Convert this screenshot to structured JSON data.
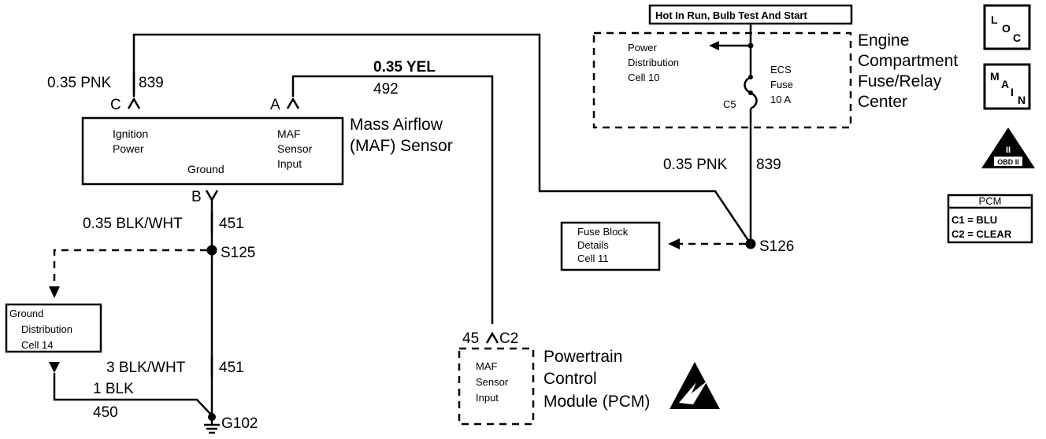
{
  "fuse_relay": {
    "header": "Hot In Run, Bulb Test And Start",
    "power_dist": [
      "Power",
      "Distribution",
      "Cell 10"
    ],
    "fuse": [
      "ECS",
      "Fuse",
      "10 A"
    ],
    "connector": "C5",
    "title": [
      "Engine",
      "Compartment",
      "Fuse/Relay",
      "Center"
    ]
  },
  "maf_sensor": {
    "title": [
      "Mass Airflow",
      "(MAF) Sensor"
    ],
    "pin_c": "C",
    "pin_a": "A",
    "pin_b": "B",
    "ignition": [
      "Ignition",
      "Power"
    ],
    "ground": "Ground",
    "maf_input": [
      "MAF",
      "Sensor",
      "Input"
    ]
  },
  "wires": {
    "pnk_top": "0.35 PNK",
    "pnk_top_num": "839",
    "yel": "0.35 YEL",
    "yel_num": "492",
    "pnk_right": "0.35 PNK",
    "pnk_right_num": "839",
    "blk_wht_top": "0.35 BLK/WHT",
    "blk_wht_top_num": "451",
    "blk_wht_bottom": "3 BLK/WHT",
    "blk_wht_bottom_num": "451",
    "blk": "1 BLK",
    "blk_num": "450"
  },
  "splices": {
    "s125": "S125",
    "s126": "S126"
  },
  "ground": "G102",
  "fuse_block": [
    "Fuse Block",
    "Details",
    "Cell 11"
  ],
  "ground_dist": [
    "Ground",
    "Distribution",
    "Cell 14"
  ],
  "pcm": {
    "pin": "45",
    "connector": "C2",
    "input": [
      "MAF",
      "Sensor",
      "Input"
    ],
    "title": [
      "Powertrain",
      "Control",
      "Module (PCM)"
    ]
  },
  "legend": {
    "loc": [
      "L",
      "O",
      "C"
    ],
    "main": [
      "M",
      "A",
      "I",
      "N"
    ],
    "obd": [
      "II",
      "OBD II"
    ],
    "pcm_header": "PCM",
    "pcm_c1": "C1 = BLU",
    "pcm_c2": "C2 = CLEAR"
  }
}
